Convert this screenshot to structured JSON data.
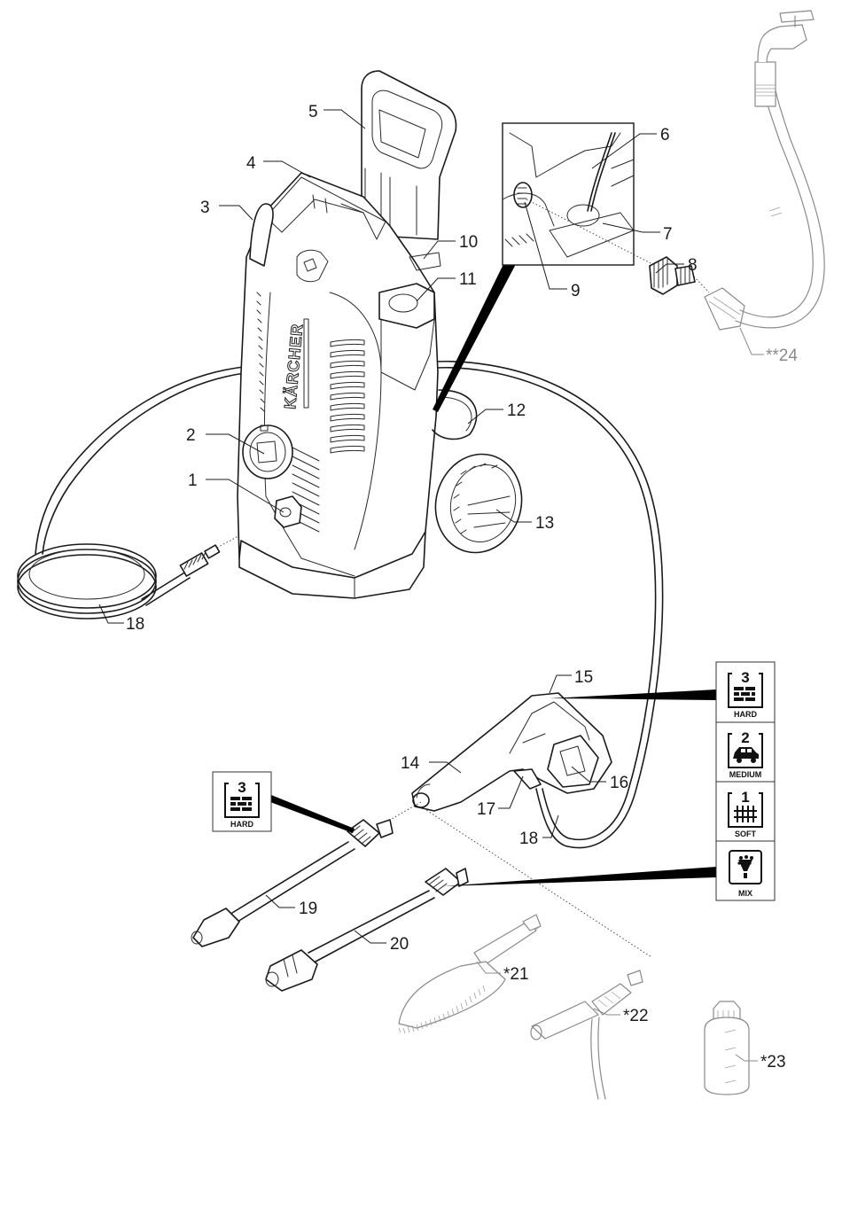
{
  "diagram": {
    "title": "Pressure washer parts overview",
    "brand_text": "KÄRCHER",
    "callouts": [
      {
        "id": "1",
        "label": "1"
      },
      {
        "id": "2",
        "label": "2"
      },
      {
        "id": "3",
        "label": "3"
      },
      {
        "id": "4",
        "label": "4"
      },
      {
        "id": "5",
        "label": "5"
      },
      {
        "id": "6",
        "label": "6"
      },
      {
        "id": "7",
        "label": "7"
      },
      {
        "id": "8",
        "label": "8"
      },
      {
        "id": "9",
        "label": "9"
      },
      {
        "id": "10",
        "label": "10"
      },
      {
        "id": "11",
        "label": "11"
      },
      {
        "id": "12",
        "label": "12"
      },
      {
        "id": "13",
        "label": "13"
      },
      {
        "id": "14",
        "label": "14"
      },
      {
        "id": "15",
        "label": "15"
      },
      {
        "id": "16",
        "label": "16"
      },
      {
        "id": "17",
        "label": "17"
      },
      {
        "id": "18a",
        "label": "18"
      },
      {
        "id": "18b",
        "label": "18"
      },
      {
        "id": "19",
        "label": "19"
      },
      {
        "id": "20",
        "label": "20"
      },
      {
        "id": "21",
        "label": "*21"
      },
      {
        "id": "22",
        "label": "*22"
      },
      {
        "id": "23",
        "label": "*23"
      },
      {
        "id": "24",
        "label": "**24"
      }
    ],
    "pressure_icons": [
      {
        "level": "3",
        "caption": "HARD",
        "symbol": "brick-wall-icon"
      },
      {
        "level": "2",
        "caption": "MEDIUM",
        "symbol": "car-icon"
      },
      {
        "level": "1",
        "caption": "SOFT",
        "symbol": "fence-icon"
      },
      {
        "level": "",
        "caption": "MIX",
        "symbol": "detergent-spray-icon"
      }
    ],
    "lance_icon": {
      "level": "3",
      "caption": "HARD",
      "symbol": "brick-wall-icon"
    }
  }
}
